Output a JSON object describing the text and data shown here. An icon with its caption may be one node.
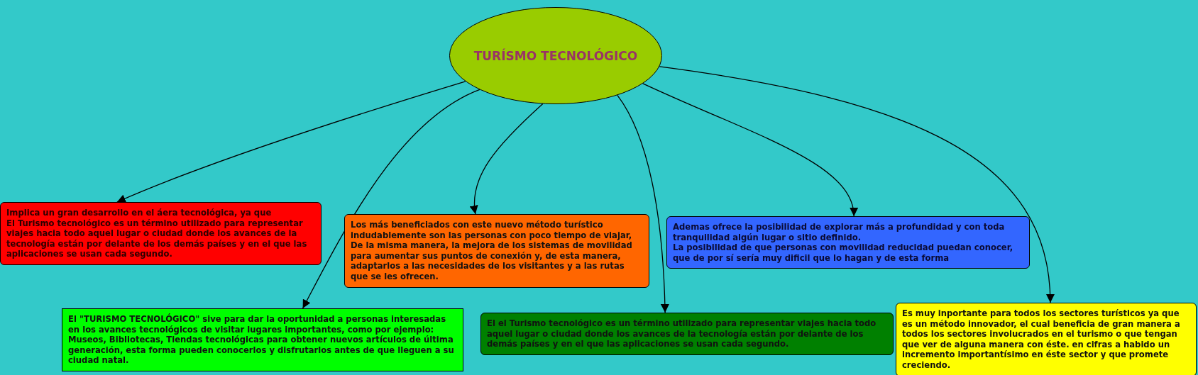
{
  "diagram": {
    "nodes": [
      {
        "text": [
          "TURÍSMO TECNOLÓGICO"
        ]
      },
      {
        "text": [
          "Implica un gran desarrollo en el áera tecnológica, ya que",
          "El Turismo tecnológico es un término utilizado para representar viajes hacia todo aquel lugar o ciudad donde los avances de la tecnología están por delante de los demás países y en el que las aplicaciones se usan cada segundo."
        ]
      },
      {
        "text": [
          "Los más beneficiados con este nuevo método turístico indudablemente son las personas con poco tiempo de viajar, De la misma manera, la mejora de los sistemas de movilidad para aumentar sus puntos de conexión y, de esta manera, adaptarlos a las necesidades de los visitantes y a las rutas que se les ofrecen."
        ]
      },
      {
        "text": [
          "Ademas ofrece la posibilidad de explorar más a profundidad y con toda tranquilidad algún lugar o sitio definido.",
          "La posibilidad de que personas con movilidad reducidad puedan conocer, que de por sí sería muy dificil que lo hagan y de esta forma"
        ]
      },
      {
        "text": [
          "El \"TURISMO TECNOLÓGICO\" sive para dar la oportunidad a personas interesadas en los avances tecnológicos de visitar lugares importantes, como por ejemplo: Museos, Bibliotecas, Tiendas tecnológicas para obtener nuevos artículos de última generación, esta forma pueden conocerlos y disfrutarlos antes de que lleguen a su ciudad natal."
        ]
      },
      {
        "text": [
          "El el Turismo tecnológico es un término utilizado para representar viajes hacia todo aquel lugar o ciudad donde los avances de la tecnología están por delante de los demás países y en el que las aplicaciones se usan cada segundo."
        ]
      },
      {
        "text": [
          "Es muy inportante para todos los sectores turísticos ya que es un método innovador, el cual beneficia de gran manera a todos los sectores involucrados en el turismo o que tengan que ver de alguna manera con éste. en cifras a habido un incremento importantísimo en éste sector y que promete creciendo."
        ]
      }
    ],
    "edges": [
      {
        "from": 0,
        "to": 1,
        "arrow": "to"
      },
      {
        "from": 0,
        "to": 2,
        "arrow": "to"
      },
      {
        "from": 0,
        "to": 3,
        "arrow": "to"
      },
      {
        "from": 0,
        "to": 4,
        "arrow": "to"
      },
      {
        "from": 0,
        "to": 5,
        "arrow": "to"
      },
      {
        "from": 0,
        "to": 6,
        "arrow": "to"
      }
    ]
  }
}
